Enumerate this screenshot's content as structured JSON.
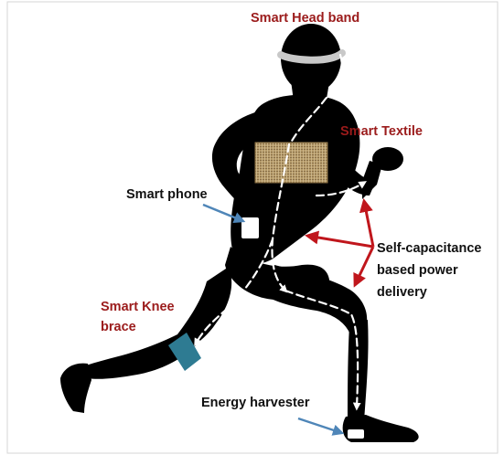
{
  "labels": {
    "head_band": "Smart Head band",
    "textile": "Smart Textile",
    "phone": "Smart phone",
    "power_line1": "Self-capacitance",
    "power_line2": "based power",
    "power_line3": "delivery",
    "knee_line1": "Smart Knee",
    "knee_line2": "brace",
    "harvester": "Energy harvester"
  },
  "colors": {
    "device_label": "#9b1b1b",
    "info_label": "#111111",
    "power_arrow": "#c0161c",
    "pointer_arrow": "#4f86b8",
    "knee_brace": "#2e7b92",
    "head_band": "#c8c8c8",
    "textile": "#b69b6a",
    "silhouette": "#000000"
  }
}
